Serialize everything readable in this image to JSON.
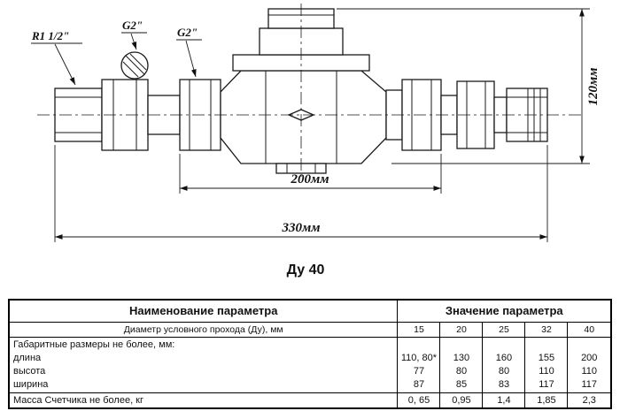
{
  "drawing": {
    "thread_left_label": "R1 1/2\"",
    "thread_top_label": "G2\"",
    "thread_mid_label": "G2\"",
    "dim_width_inner": "200мм",
    "dim_width_outer": "330мм",
    "dim_height": "120мм",
    "caption": "Ду 40"
  },
  "table": {
    "header": {
      "name": "Наименование параметра",
      "value": "Значение параметра"
    },
    "diameter": {
      "label": "Диаметр условного прохода (Ду), мм",
      "values": [
        "15",
        "20",
        "25",
        "32",
        "40"
      ]
    },
    "sizes": {
      "group_label": "Габаритные размеры не более, мм:",
      "rows": [
        {
          "label": "длина",
          "values": [
            "110, 80*",
            "130",
            "160",
            "155",
            "200"
          ]
        },
        {
          "label": "высота",
          "values": [
            "77",
            "80",
            "80",
            "110",
            "110"
          ]
        },
        {
          "label": "ширина",
          "values": [
            "87",
            "85",
            "83",
            "117",
            "117"
          ]
        }
      ]
    },
    "mass": {
      "label": "Масса Счетчика не более, кг",
      "values": [
        "0, 65",
        "0,95",
        "1,4",
        "1,85",
        "2,3"
      ]
    }
  }
}
